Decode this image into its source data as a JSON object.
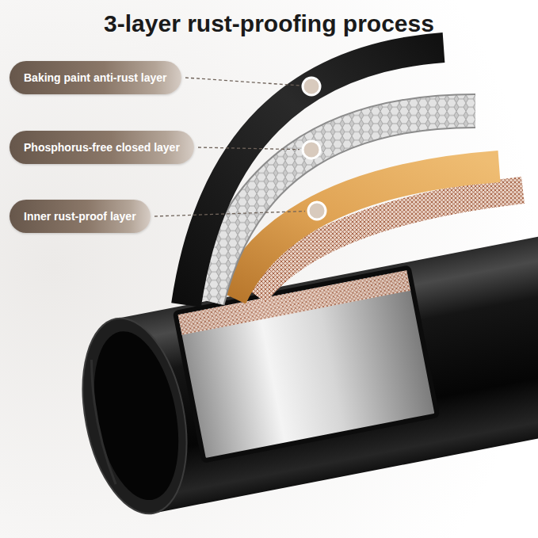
{
  "diagram": {
    "title": "3-layer rust-proofing process",
    "nodes": [
      {
        "text": [
          "Baking paint anti-rust layer"
        ]
      },
      {
        "text": [
          "Phosphorus-free closed layer"
        ]
      },
      {
        "text": [
          "Inner rust-proof layer"
        ]
      }
    ]
  }
}
